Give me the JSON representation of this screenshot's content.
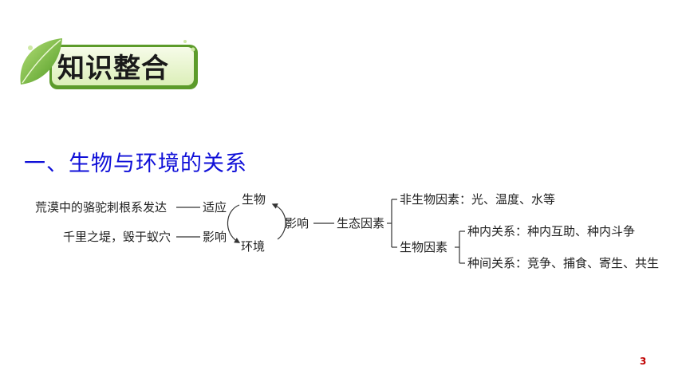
{
  "slide": {
    "title": "知识整合",
    "heading": "一、生物与环境的关系",
    "page_number": "3"
  },
  "diagram": {
    "example1": "荒漠中的骆驼刺根系发达",
    "adapt": "适应",
    "example2": "千里之堤，毁于蚁穴",
    "influence_left": "影响",
    "organism": "生物",
    "environment": "环境",
    "influence_mid": "影响",
    "eco_factors": "生态因素",
    "abiotic": "非生物因素：光、温度、水等",
    "biotic": "生物因素",
    "intraspecific": "种内关系：种内互助、种内斗争",
    "interspecific": "种间关系：竞争、捕食、寄生、共生"
  },
  "colors": {
    "heading": "#1010d8",
    "badge_green": "#7cc043",
    "page_number": "#c00000"
  }
}
